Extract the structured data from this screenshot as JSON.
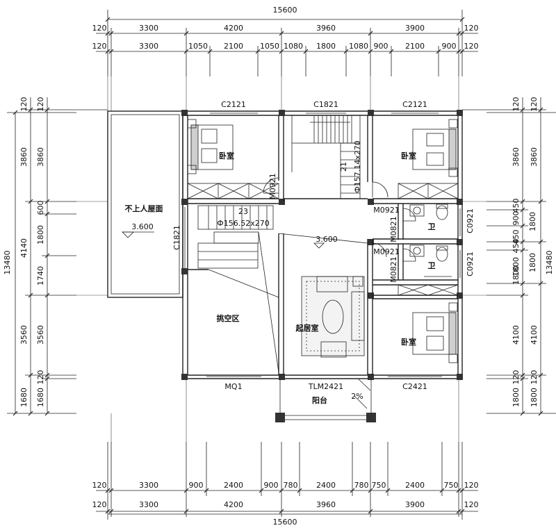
{
  "dimensions": {
    "top_total": "15600",
    "top_row1": [
      "120",
      "3300",
      "4200",
      "3960",
      "3900",
      "120"
    ],
    "top_row2": [
      "120",
      "3300",
      "1050",
      "2100",
      "1050",
      "1080",
      "1800",
      "1080",
      "900",
      "2100",
      "900",
      "120"
    ],
    "bottom_row1": [
      "120",
      "3300",
      "900",
      "2400",
      "900",
      "780",
      "2400",
      "780",
      "750",
      "2400",
      "750",
      "120"
    ],
    "bottom_row2": [
      "120",
      "3300",
      "4200",
      "3960",
      "3900",
      "120"
    ],
    "bottom_total": "15600",
    "left_total": "13480",
    "left_outer": [
      "120",
      "3860",
      "4140",
      "3560",
      "1680"
    ],
    "left_inner": [
      "120",
      "3860",
      "600",
      "1800",
      "1740",
      "3560",
      "120",
      "1680"
    ],
    "right_total": "13480",
    "right_inner": [
      "120",
      "3860",
      "450",
      "900",
      "1800",
      "450",
      "1800",
      "450",
      "4100",
      "120",
      "1800"
    ],
    "right_outer": [
      "120",
      "3860",
      "1800",
      "1800",
      "4100",
      "120",
      "1800"
    ]
  },
  "labels": {
    "window_w1": "C2121",
    "window_w2": "C1821",
    "window_w3": "C2121",
    "window_left": "C1821",
    "door_bed1": "M0921",
    "door_bath1_top": "M0921",
    "door_bath1_side": "M0821",
    "door_bath2_top": "M0921",
    "door_bath2_side": "M0821",
    "bath_window1": "C0921",
    "bath_window2": "C0921",
    "stair_upper": "21",
    "stair_upper_spec": "Ф157.14x270",
    "stair_lower": "23",
    "stair_lower_spec": "Ф156.52x270",
    "bedroom_1": "卧室",
    "bedroom_2": "卧室",
    "bedroom_3": "卧室",
    "bath_1": "卫",
    "bath_2": "卫",
    "roof": "不上人屋面",
    "roof_elev": "3.600",
    "floor_elev": "3.600",
    "void": "挑空区",
    "living": "起居室",
    "door_mq1": "MQ1",
    "door_tlm": "TLM2421",
    "window_c2421": "C2421",
    "balcony": "阳台",
    "slope": "2%"
  }
}
